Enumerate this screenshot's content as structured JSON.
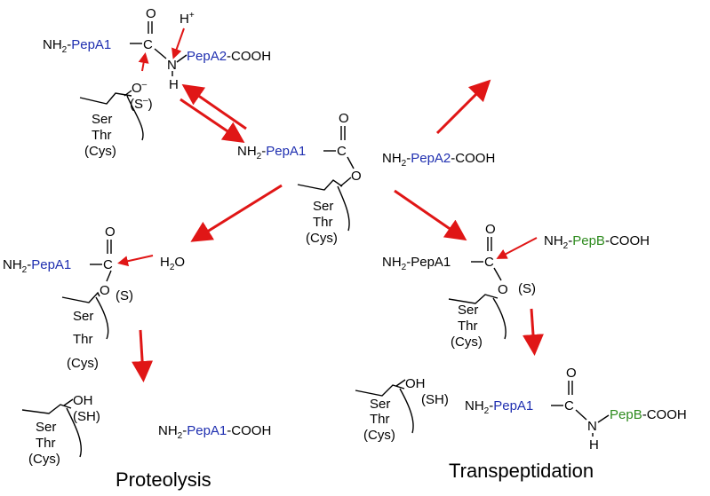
{
  "colors": {
    "pep_a": "#1f2fb0",
    "pep_b": "#2e8b1e",
    "arrow": "#e01616",
    "text": "#000000"
  },
  "atoms": {
    "nh2": "NH",
    "two": "2",
    "cooh": "COOH",
    "c": "C",
    "o": "O",
    "n": "N",
    "h": "H",
    "h_plus": "H",
    "plus": "+",
    "o_minus": "O",
    "minus": "–",
    "s_minus": "(S",
    "s_minus_close": ")",
    "s": "(S)",
    "oh": "OH",
    "sh": "(SH)",
    "h2o_h": "H",
    "h2o_o": "O",
    "dash": "-"
  },
  "peptides": {
    "pep_a1": "PepA1",
    "pep_a2": "PepA2",
    "pep_b": "PepB"
  },
  "residues": {
    "ser": "Ser",
    "thr": "Thr",
    "cys": "(Cys)"
  },
  "titles": {
    "proteolysis": "Proteolysis",
    "transpeptidation": "Transpeptidation"
  }
}
